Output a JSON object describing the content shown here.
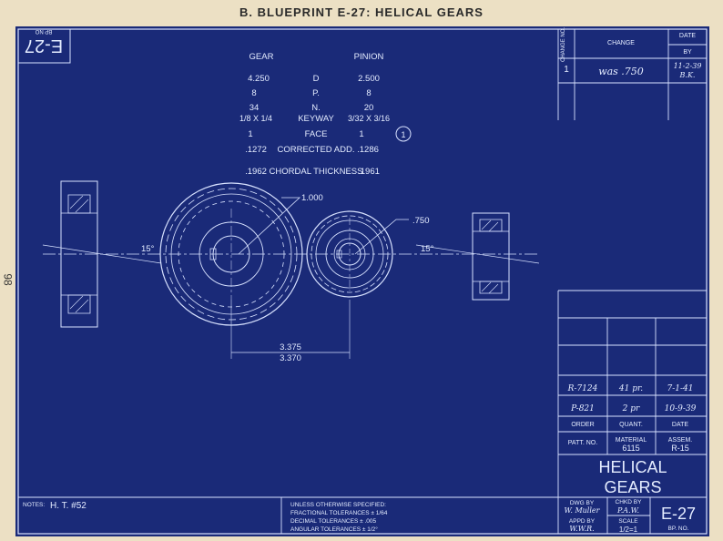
{
  "page": {
    "heading": "B.   BLUEPRINT E-27:  HELICAL GEARS",
    "page_number": "98"
  },
  "corner": {
    "number": "E-27",
    "label": "BP NO"
  },
  "spec_table": {
    "col_gear": "GEAR",
    "col_pinion": "PINION",
    "rows": [
      {
        "gear": "4.250",
        "label": "D",
        "pinion": "2.500"
      },
      {
        "gear": "8",
        "label": "P.",
        "pinion": "8"
      },
      {
        "gear": "34",
        "label": "N.",
        "pinion": "20"
      },
      {
        "gear": "1/8 X 1/4",
        "label": "KEYWAY",
        "pinion": "3/32 X 3/16"
      },
      {
        "gear": "1",
        "label": "FACE",
        "pinion": "1"
      },
      {
        "gear": ".1272",
        "label": "CORRECTED ADD.",
        "pinion": ".1286"
      },
      {
        "gear": ".1962",
        "label": "CHORDAL THICKNESS",
        "pinion": ".1961"
      }
    ],
    "change_marker": "1"
  },
  "dimensions": {
    "gear_dim": "1.000",
    "pinion_dim": ".750",
    "angle_left": "15°",
    "angle_right": "15°",
    "center_upper": "3.375",
    "center_lower": "3.370"
  },
  "change_block": {
    "col_no": "CHANGE NO.",
    "col_change": "CHANGE",
    "col_date": "DATE",
    "col_by": "BY",
    "entries": [
      {
        "no": "1",
        "change": "was .750",
        "date": "11-2-39",
        "by": "B.K."
      }
    ]
  },
  "order_block": {
    "rows": [
      {
        "order": "R-7124",
        "quant": "41 pr.",
        "date": "7-1-41"
      },
      {
        "order": "P-821",
        "quant": "2 pr",
        "date": "10-9-39"
      }
    ],
    "col_order": "ORDER",
    "col_quant": "QUANT.",
    "col_date": "DATE"
  },
  "title_block": {
    "patt_label": "PATT. NO.",
    "material_label": "MATERIAL",
    "material": "6115",
    "assem_label": "ASSEM.",
    "assem": "R-15",
    "title_line1": "HELICAL",
    "title_line2": "GEARS",
    "dwg_label": "DWG BY",
    "dwg_by": "W. Muller",
    "chkd_label": "CHKD BY",
    "chkd_by": "P.A.W.",
    "appd_label": "APPD BY",
    "appd_by": "W.W.R.",
    "scale_label": "SCALE",
    "scale": "1/2=1",
    "bp_number": "E-27",
    "bp_label": "BP. NO."
  },
  "notes": {
    "label": "NOTES:",
    "value": "H. T. #52"
  },
  "tolerances": {
    "line1": "UNLESS OTHERWISE SPECIFIED:",
    "line2": "FRACTIONAL TOLERANCES ± 1/64",
    "line3": "DECIMAL TOLERANCES ± .005",
    "line4": "ANGULAR TOLERANCES ± 1/2°"
  }
}
